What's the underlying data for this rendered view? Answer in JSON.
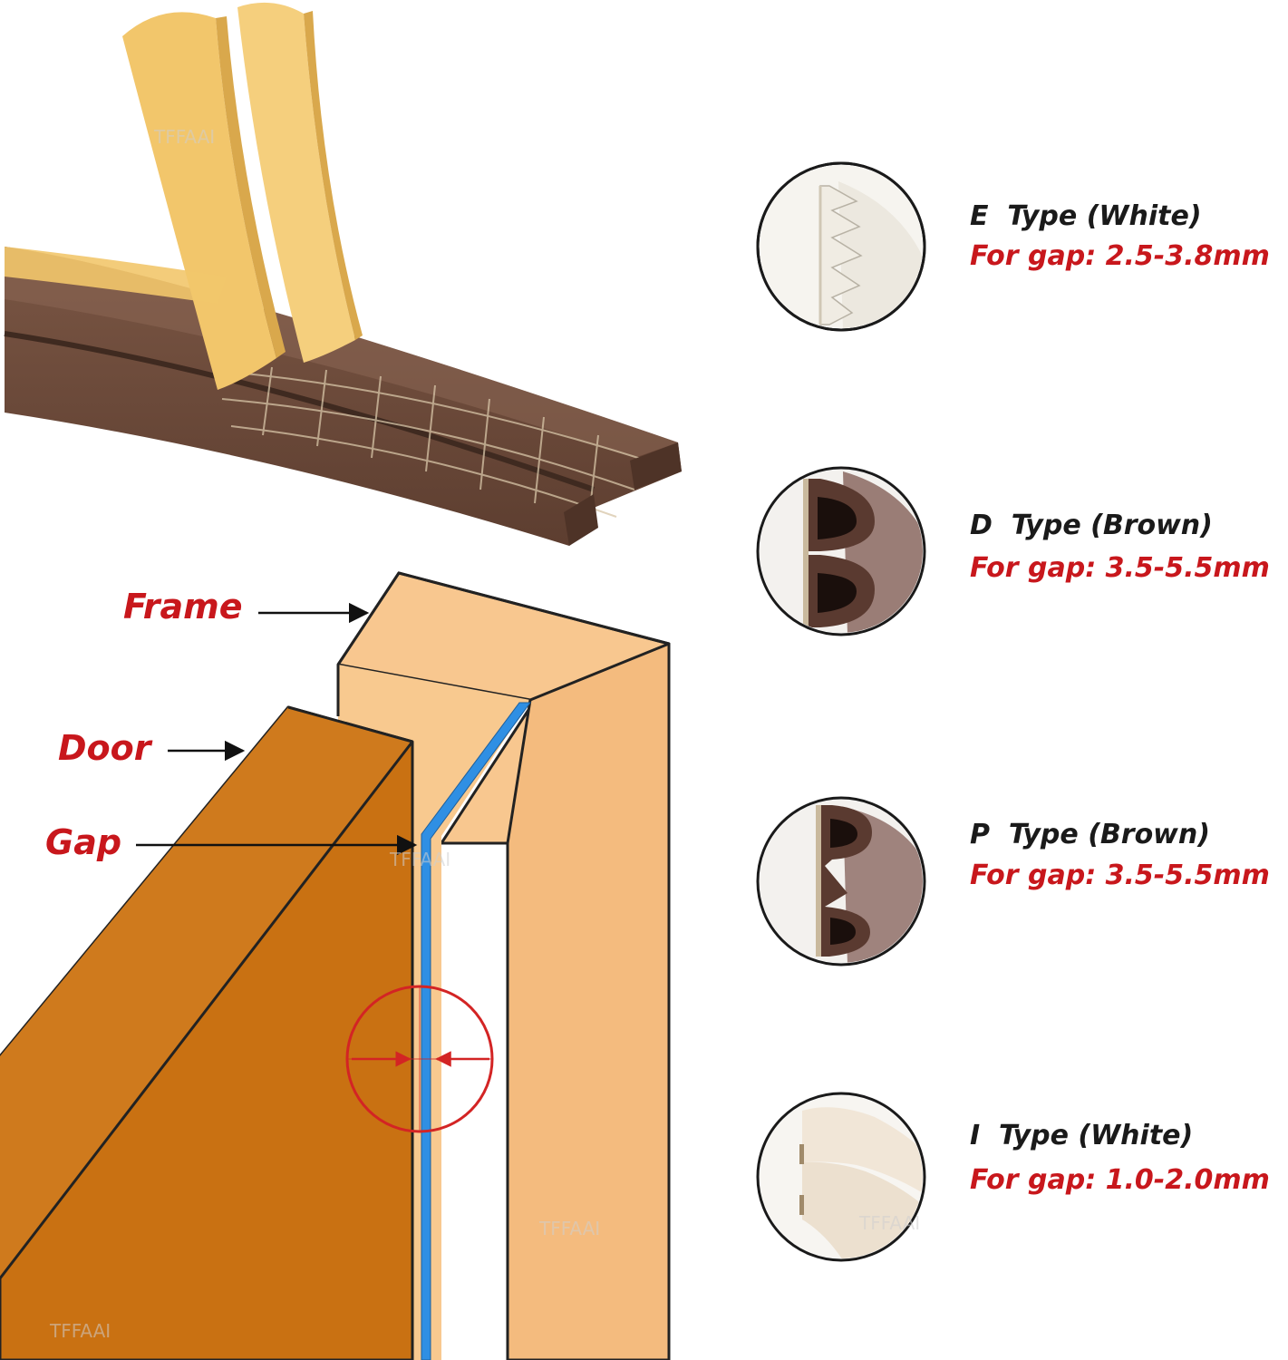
{
  "watermark": "TFFAAI",
  "labels": {
    "frame": "Frame",
    "door": "Door",
    "gap": "Gap"
  },
  "types": [
    {
      "type": "E  Type (White)",
      "gap": "For gap: 2.5-3.8mm",
      "icon": "e-profile-icon"
    },
    {
      "type": "D  Type (Brown)",
      "gap": "For gap: 3.5-5.5mm",
      "icon": "d-profile-icon"
    },
    {
      "type": "P  Type (Brown)",
      "gap": "For gap: 3.5-5.5mm",
      "icon": "p-profile-icon"
    },
    {
      "type": "I  Type (White)",
      "gap": "For gap: 1.0-2.0mm",
      "icon": "i-profile-icon"
    }
  ],
  "colors": {
    "label_red": "#c8171c",
    "type_text": "#1a1a1a",
    "door": "#c97112",
    "frame": "#f8c78f",
    "frame_side": "#f4bb7e",
    "gap_blue": "#2f8fe3",
    "strip_brown": "#6e4b39",
    "tape_yellow": "#f2c66b"
  }
}
